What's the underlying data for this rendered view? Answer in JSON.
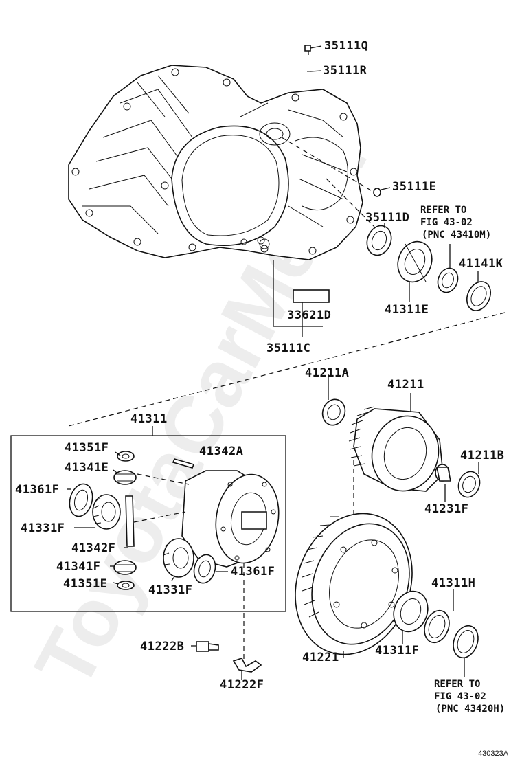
{
  "watermark": "ToyotaCarMe.ru",
  "figure_code": "430323A",
  "labels": {
    "p35111Q": "35111Q",
    "p35111R": "35111R",
    "p35111E": "35111E",
    "p35111D": "35111D",
    "p41311E": "41311E",
    "p41141K": "41141K",
    "p33621D": "33621D",
    "p35111C": "35111C",
    "p41211A": "41211A",
    "p41211": "41211",
    "p41211B": "41211B",
    "p41231F": "41231F",
    "p41311": "41311",
    "p41351F_top": "41351F",
    "p41342A": "41342A",
    "p41341E": "41341E",
    "p41361F_left": "41361F",
    "p41331F_left": "41331F",
    "p41342F": "41342F",
    "p41341F": "41341F",
    "p41351E": "41351E",
    "p41331F_right": "41331F",
    "p41361F_right": "41361F",
    "p41222B": "41222B",
    "p41222F": "41222F",
    "p41221": "41221",
    "p41311F": "41311F",
    "p41311H": "41311H"
  },
  "references": {
    "top": {
      "line1": "REFER TO",
      "line2": "FIG 43-02",
      "line3": "(PNC 43410M)"
    },
    "bottom": {
      "line1": "REFER TO",
      "line2": "FIG 43-02",
      "line3": "(PNC 43420H)"
    }
  }
}
